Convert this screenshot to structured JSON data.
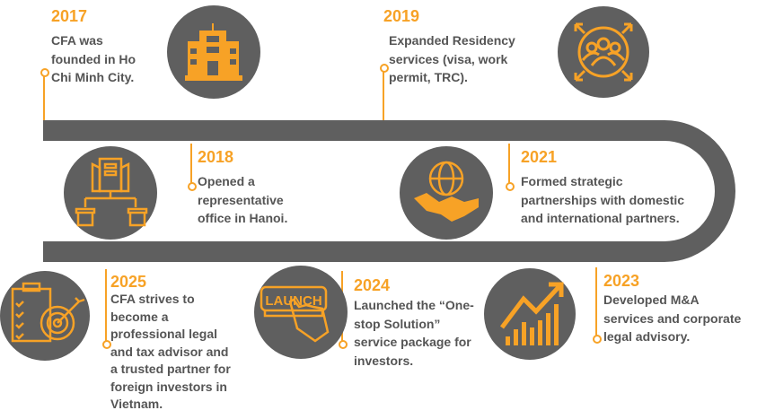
{
  "colors": {
    "accent": "#f7a226",
    "track": "#5f5f5f",
    "text": "#555555"
  },
  "milestones": [
    {
      "year": "2017",
      "lines": [
        "CFA was",
        "founded in Ho",
        "Chi Minh City."
      ],
      "icon": "office-building-icon"
    },
    {
      "year": "2018",
      "lines": [
        "Opened a",
        "representative",
        "office in Hanoi."
      ],
      "icon": "branch-network-icon"
    },
    {
      "year": "2019",
      "lines": [
        "Expanded Residency",
        "services (visa, work",
        "permit, TRC)."
      ],
      "icon": "people-group-icon"
    },
    {
      "year": "2021",
      "lines": [
        "Formed strategic",
        "partnerships with domestic",
        "and international partners."
      ],
      "icon": "handshake-globe-icon"
    },
    {
      "year": "2023",
      "lines": [
        "Developed M&A",
        "services and corporate",
        "legal advisory."
      ],
      "icon": "growth-chart-icon"
    },
    {
      "year": "2024",
      "lines": [
        "Launched the “One-",
        "stop Solution”",
        "service package for",
        "investors."
      ],
      "icon": "launch-button-icon",
      "icon_text": "LAUNCH"
    },
    {
      "year": "2025",
      "lines": [
        "CFA strives to",
        "become a",
        "professional legal",
        "and tax advisor and",
        "a trusted partner for",
        "foreign investors in",
        "Vietnam."
      ],
      "icon": "target-checklist-icon"
    }
  ]
}
